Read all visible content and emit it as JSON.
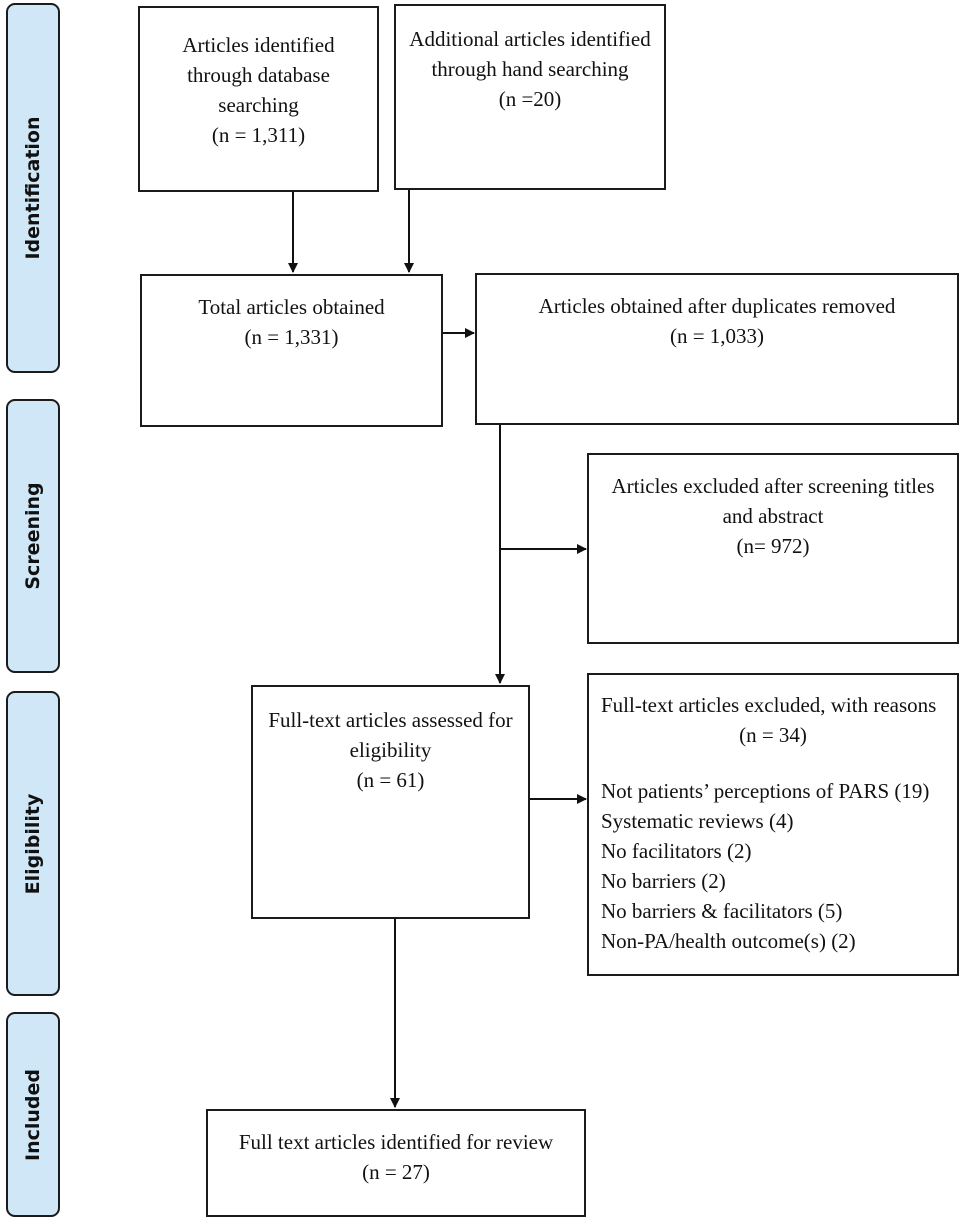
{
  "stages": {
    "identification": "Identification",
    "screening": "Screening",
    "eligibility": "Eligibility",
    "included": "Included"
  },
  "boxes": {
    "database": {
      "lines": [
        "Articles identified",
        "through database",
        "searching",
        "(n = 1,311)"
      ]
    },
    "hand_search": {
      "lines": [
        "Additional articles identified",
        "through hand searching",
        "(n =20)"
      ]
    },
    "total": {
      "lines": [
        "Total articles obtained",
        "(n = 1,331)"
      ]
    },
    "dedup": {
      "lines": [
        "Articles obtained after duplicates removed",
        "(n = 1,033)"
      ]
    },
    "excluded_screening": {
      "lines": [
        "Articles excluded after screening titles",
        "and abstract",
        "(n= 972)"
      ]
    },
    "fulltext": {
      "lines": [
        "Full-text articles assessed for",
        "eligibility",
        "(n = 61)"
      ]
    },
    "excluded_fulltext": {
      "heading": "Full-text articles excluded, with reasons",
      "count": "(n = 34)",
      "reasons": [
        "Not patients’ perceptions of PARS (19)",
        "Systematic reviews (4)",
        "No facilitators (2)",
        "No barriers (2)",
        "No barriers & facilitators (5)",
        "Non-PA/health outcome(s) (2)"
      ]
    },
    "included": {
      "lines": [
        "Full text articles identified for review",
        "(n = 27)"
      ]
    }
  }
}
